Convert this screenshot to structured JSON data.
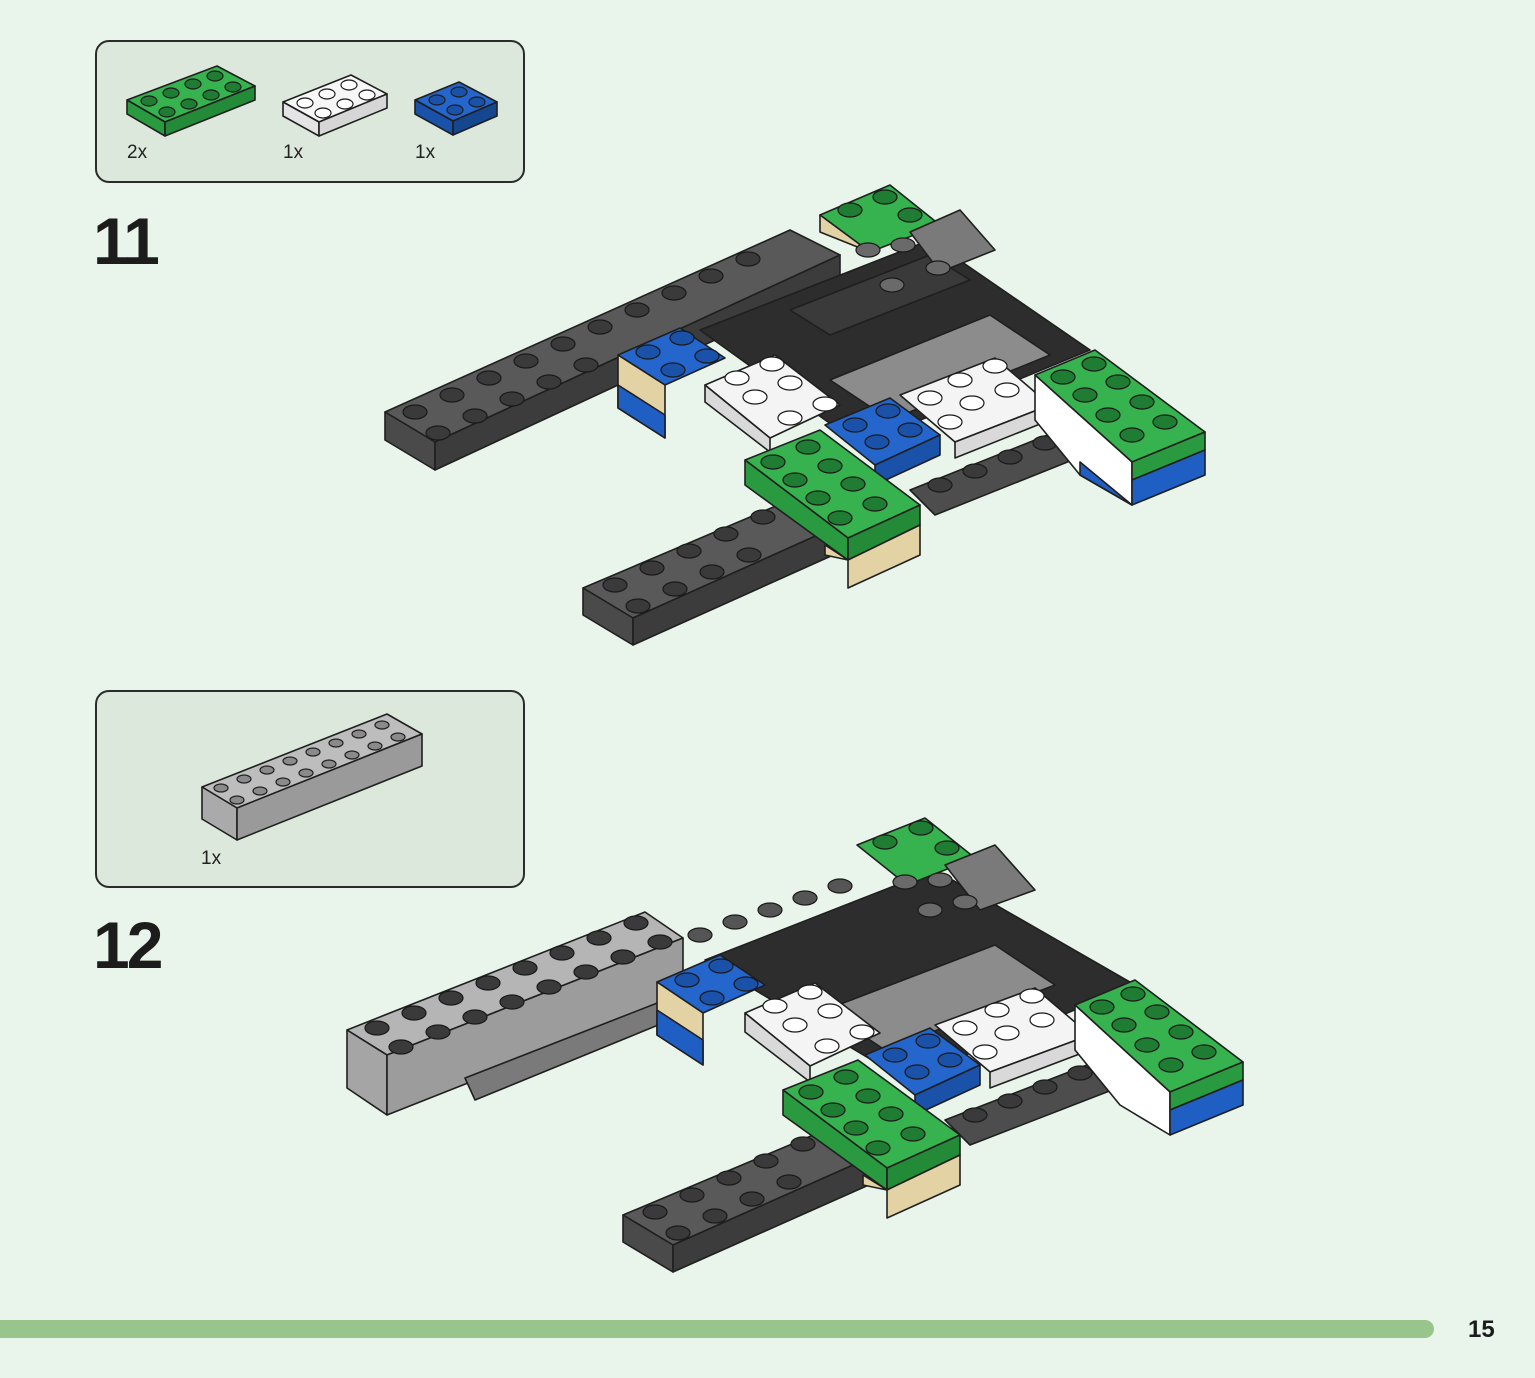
{
  "page_number": "15",
  "colors": {
    "background": "#e9f5ea",
    "parts_box": "#dce8dc",
    "footer_bar": "#98c58c",
    "green": "#2fae4a",
    "white": "#f4f4f4",
    "blue": "#1f5fc4",
    "dark_gray": "#555555",
    "light_gray": "#a8a8a8",
    "black": "#2a2a2a",
    "tan": "#e2d2a4"
  },
  "steps": [
    {
      "number": "11",
      "parts": [
        {
          "color": "green",
          "piece": "2x4 plate",
          "qty": "2x"
        },
        {
          "color": "white",
          "piece": "2x3 plate",
          "qty": "1x"
        },
        {
          "color": "blue",
          "piece": "2x2 plate",
          "qty": "1x"
        }
      ]
    },
    {
      "number": "12",
      "parts": [
        {
          "color": "light gray",
          "piece": "2x8 brick",
          "qty": "1x"
        }
      ]
    }
  ]
}
